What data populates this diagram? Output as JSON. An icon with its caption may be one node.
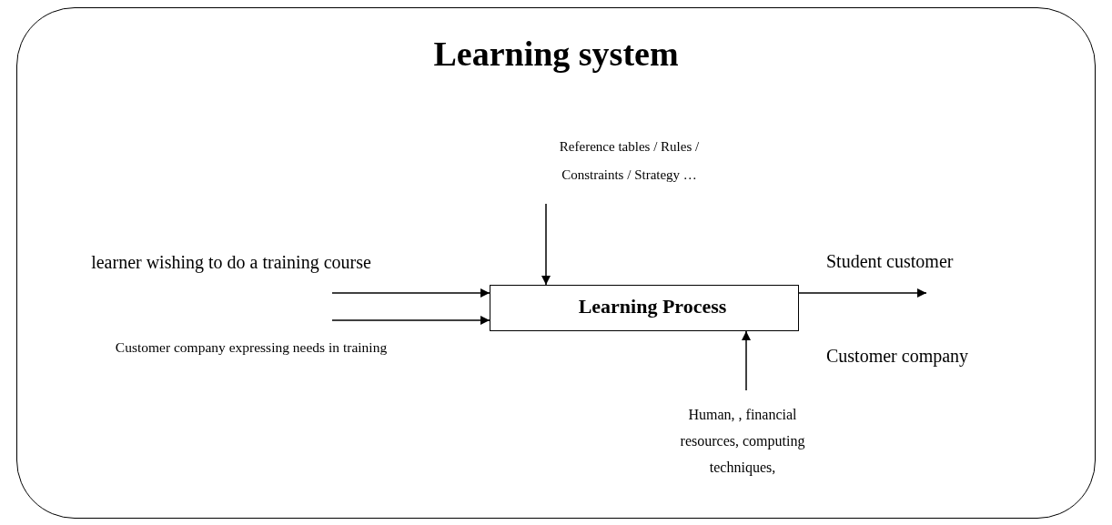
{
  "diagram": {
    "nodes": [
      {
        "text": [
          "Learning system"
        ]
      },
      {
        "text": [
          "Reference tables / Rules / Constraints / Strategy …"
        ],
        "in": 0
      },
      {
        "text": [
          "learner wishing to do a training course"
        ],
        "in": 0
      },
      {
        "text": [
          "Learning Process"
        ],
        "in": 0
      },
      {
        "text": [
          "Customer company expressing needs in training"
        ],
        "in": 0
      },
      {
        "text": [
          "Human, , financial resources, computing techniques,"
        ],
        "in": 0
      }
    ],
    "edges": [
      {
        "from": 1,
        "to": 3,
        "arrow": "to"
      },
      {
        "from": 2,
        "to": 3,
        "arrow": "to"
      },
      {
        "from": 4,
        "to": 3,
        "arrow": "to"
      },
      {
        "from": 3,
        "to": null,
        "arrow": "to"
      },
      {
        "from": 5,
        "to": 3,
        "arrow": "to"
      }
    ],
    "labels": [
      "Student customer",
      "Customer company"
    ]
  }
}
